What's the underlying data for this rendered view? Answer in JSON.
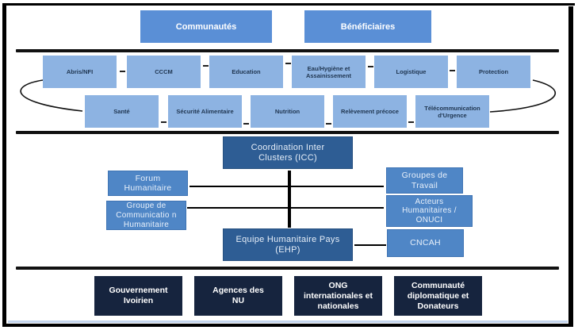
{
  "top_row": [
    "Communautés",
    "Bénéficiaires"
  ],
  "clusters_row1": [
    "Abris/NFI",
    "CCCM",
    "Education",
    "Eau/Hygiène et Assainissement",
    "Logistique",
    "Protection"
  ],
  "clusters_row2": [
    "Santé",
    "Sécurité Alimentaire",
    "Nutrition",
    "Relèvement précoce",
    "Télécommunication d'Urgence"
  ],
  "coordination": {
    "icc": "Coordination Inter Clusters (ICC)",
    "ehp": "Equipe Humanitaire Pays (EHP)",
    "forum": "Forum Humanitaire",
    "groupe_comm": "Groupe de Communicatio n Humanitaire",
    "groupes_travail": "Groupes de Travail",
    "acteurs": "Acteurs Humanitaires / ONUCI",
    "cncah": "CNCAH"
  },
  "actors": [
    "Gouvernement Ivoirien",
    "Agences des NU",
    "ONG internationales et nationales",
    "Communauté diplomatique et Donateurs"
  ],
  "colors": {
    "top_box": "#5a8fd6",
    "cluster_box": "#8db3e2",
    "coord_dark": "#2e5d94",
    "coord_light": "#4f86c6",
    "actor_box": "#16243e"
  }
}
